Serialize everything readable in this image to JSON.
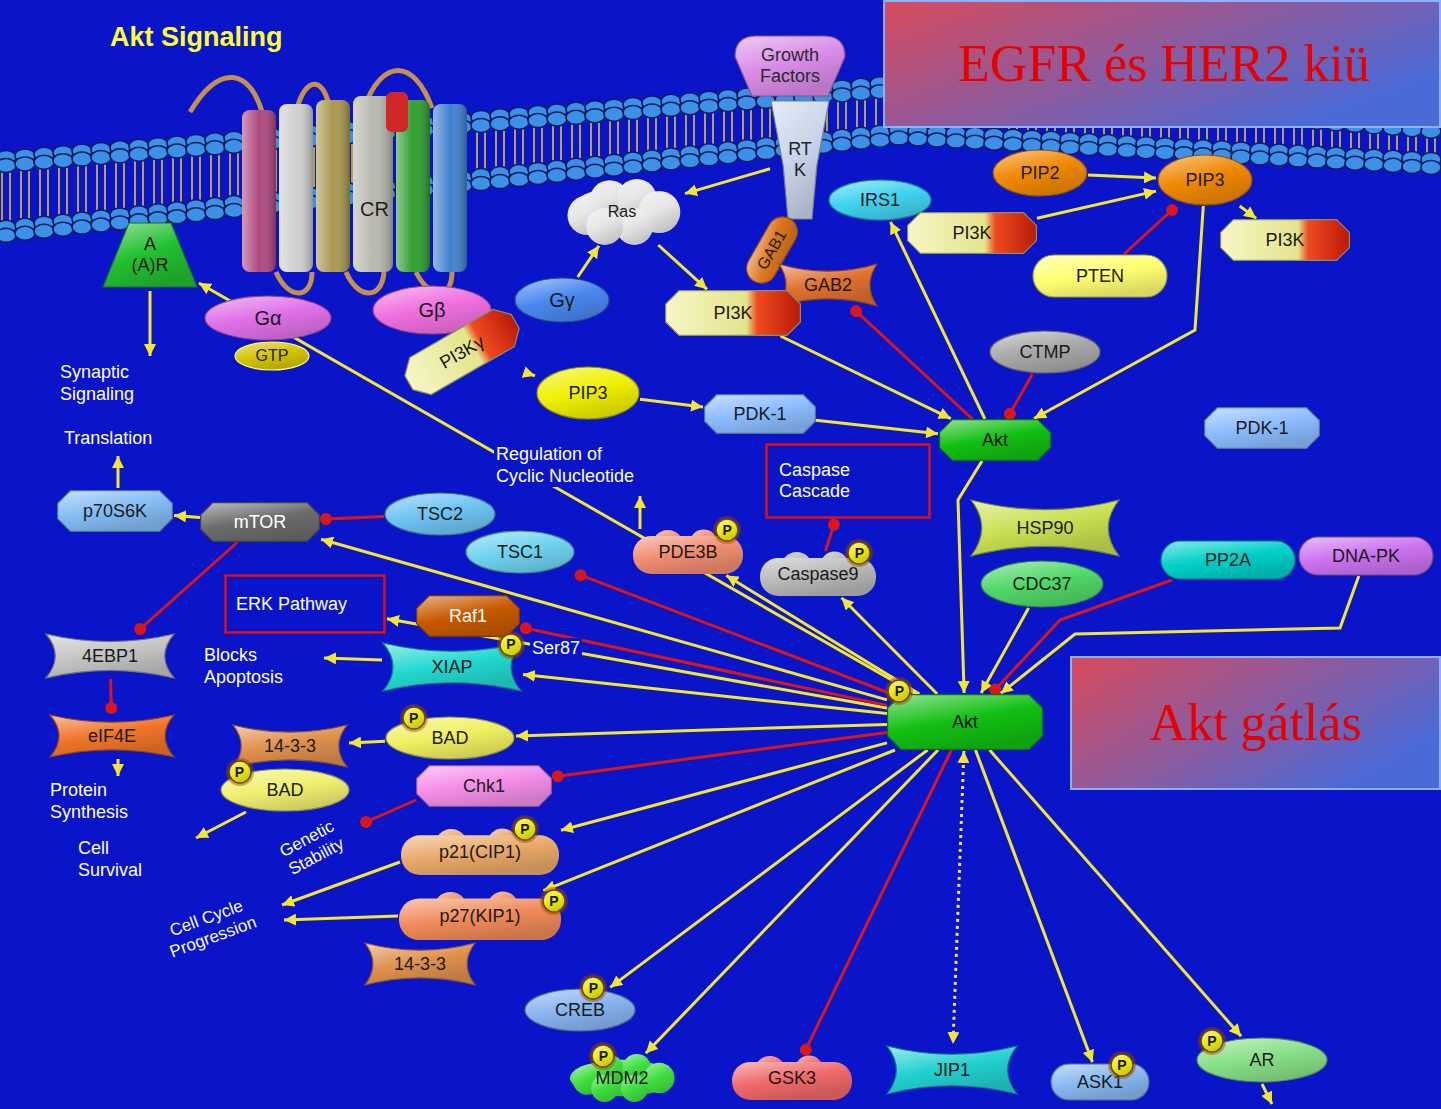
{
  "diagram": {
    "title": "Akt Signaling",
    "nodes": [
      {
        "text": [
          "Growth Factors"
        ]
      },
      {
        "text": [
          "EGFR és HER2 kiü"
        ]
      },
      {
        "text": [
          "RT K"
        ]
      },
      {
        "text": [
          "IRS1"
        ]
      },
      {
        "text": [
          "PIP2"
        ]
      },
      {
        "text": [
          "PIP3"
        ]
      },
      {
        "text": [
          "PI3K"
        ]
      },
      {
        "text": [
          "PI3K"
        ]
      },
      {
        "text": [
          "GAB1"
        ]
      },
      {
        "text": [
          "PTEN"
        ]
      },
      {
        "text": [
          "Ras"
        ]
      },
      {
        "text": [
          "A (A)R"
        ]
      },
      {
        "text": [
          "Gα"
        ]
      },
      {
        "text": [
          "GTP"
        ]
      },
      {
        "text": [
          "Gβ"
        ]
      },
      {
        "text": [
          "Gγ"
        ]
      },
      {
        "text": [
          "GAB2"
        ]
      },
      {
        "text": [
          "PI3K"
        ]
      },
      {
        "text": [
          "PI3Kγ"
        ]
      },
      {
        "text": [
          "CTMP"
        ]
      },
      {
        "text": [
          "PIP3"
        ]
      },
      {
        "text": [
          "PDK-1"
        ]
      },
      {
        "text": [
          "Akt"
        ]
      },
      {
        "text": [
          "PDK-1"
        ]
      },
      {
        "text": [
          "Caspase Cascade"
        ]
      },
      {
        "text": [
          "p70S6K"
        ]
      },
      {
        "text": [
          "mTOR"
        ]
      },
      {
        "text": [
          "TSC2"
        ]
      },
      {
        "text": [
          "HSP90"
        ]
      },
      {
        "text": [
          "TSC1"
        ]
      },
      {
        "text": [
          "PDE3B"
        ]
      },
      {
        "text": [
          "P"
        ],
        "in": 30
      },
      {
        "text": [
          "Caspase9"
        ]
      },
      {
        "text": [
          "P"
        ],
        "in": 32
      },
      {
        "text": [
          "PP2A"
        ]
      },
      {
        "text": [
          "DNA-PK"
        ]
      },
      {
        "text": [
          "CDC37"
        ]
      },
      {
        "text": [
          "ERK Pathway"
        ]
      },
      {
        "text": [
          "Raf1"
        ]
      },
      {
        "text": [
          "4EBP1"
        ]
      },
      {
        "text": [
          "XIAP"
        ]
      },
      {
        "text": [
          "P"
        ],
        "in": 40
      },
      {
        "text": [
          "Akt"
        ]
      },
      {
        "text": [
          "P"
        ],
        "in": 42
      },
      {
        "text": [
          "Akt gátlás"
        ]
      },
      {
        "text": [
          "eIF4E"
        ]
      },
      {
        "text": [
          "BAD"
        ]
      },
      {
        "text": [
          "P"
        ],
        "in": 46
      },
      {
        "text": [
          "14-3-3"
        ]
      },
      {
        "text": [
          "BAD"
        ]
      },
      {
        "text": [
          "P"
        ],
        "in": 49
      },
      {
        "text": [
          "Chk1"
        ]
      },
      {
        "text": [
          "p21(CIP1)"
        ]
      },
      {
        "text": [
          "P"
        ],
        "in": 52
      },
      {
        "text": [
          "p27(KIP1)"
        ]
      },
      {
        "text": [
          "P"
        ],
        "in": 54
      },
      {
        "text": [
          "14-3-3"
        ]
      },
      {
        "text": [
          "CREB"
        ]
      },
      {
        "text": [
          "P"
        ],
        "in": 57
      },
      {
        "text": [
          "MDM2"
        ]
      },
      {
        "text": [
          "P"
        ],
        "in": 59
      },
      {
        "text": [
          "GSK3"
        ]
      },
      {
        "text": [
          "JIP1"
        ]
      },
      {
        "text": [
          "ASK1"
        ]
      },
      {
        "text": [
          "P"
        ],
        "in": 63
      },
      {
        "text": [
          "AR"
        ]
      },
      {
        "text": [
          "P"
        ],
        "in": 65
      }
    ],
    "edges": [
      {
        "from": 2,
        "to": 10,
        "arrow": "to"
      },
      {
        "from": 15,
        "to": 10,
        "arrow": "to"
      },
      {
        "from": 10,
        "to": 17,
        "arrow": "to"
      },
      {
        "from": 4,
        "to": 5,
        "arrow": "to"
      },
      {
        "from": 6,
        "to": 5,
        "arrow": "to"
      },
      {
        "from": 9,
        "to": 5,
        "arrow": "to"
      },
      {
        "from": 5,
        "to": 7,
        "arrow": "to"
      },
      {
        "from": 5,
        "to": 22,
        "arrow": "to"
      },
      {
        "from": 17,
        "to": 22,
        "arrow": "to"
      },
      {
        "from": 18,
        "to": 20,
        "arrow": "to"
      },
      {
        "from": 20,
        "to": 21,
        "arrow": "to"
      },
      {
        "from": 21,
        "to": 22,
        "arrow": "to"
      },
      {
        "from": 19,
        "to": 22,
        "arrow": "to"
      },
      {
        "from": 22,
        "to": 3,
        "arrow": "to"
      },
      {
        "from": 22,
        "to": 16,
        "arrow": "to"
      },
      {
        "from": 22,
        "to": 42,
        "arrow": "to"
      },
      {
        "from": 42,
        "to": 11,
        "arrow": "to"
      },
      {
        "from": 26,
        "to": 25,
        "arrow": "to"
      },
      {
        "from": 26,
        "to": 39,
        "arrow": "to"
      },
      {
        "from": 39,
        "to": 45,
        "arrow": "to"
      },
      {
        "from": 27,
        "to": 26,
        "arrow": "to"
      },
      {
        "from": 42,
        "to": 26,
        "arrow": "to"
      },
      {
        "from": 42,
        "to": 29,
        "arrow": "to"
      },
      {
        "from": 42,
        "to": 30,
        "arrow": "to"
      },
      {
        "from": 42,
        "to": 32,
        "arrow": "to"
      },
      {
        "from": 32,
        "to": 24,
        "arrow": "to"
      },
      {
        "from": 42,
        "to": 37,
        "arrow": "to"
      },
      {
        "from": 42,
        "to": 38,
        "arrow": "to"
      },
      {
        "from": 42,
        "to": 40,
        "arrow": "to"
      },
      {
        "from": 42,
        "to": 46,
        "arrow": "to"
      },
      {
        "from": 46,
        "to": 48,
        "arrow": "to"
      },
      {
        "from": 42,
        "to": 51,
        "arrow": "to"
      },
      {
        "from": 42,
        "to": 52,
        "arrow": "to"
      },
      {
        "from": 42,
        "to": 54,
        "arrow": "to"
      },
      {
        "from": 42,
        "to": 57,
        "arrow": "to"
      },
      {
        "from": 42,
        "to": 59,
        "arrow": "to"
      },
      {
        "from": 42,
        "to": 61,
        "arrow": "to"
      },
      {
        "from": 42,
        "to": 62,
        "arrow": "both"
      },
      {
        "from": 42,
        "to": 63,
        "arrow": "to"
      },
      {
        "from": 42,
        "to": 65,
        "arrow": "to"
      },
      {
        "from": 36,
        "to": 42,
        "arrow": "to"
      },
      {
        "from": 34,
        "to": 42,
        "arrow": "to"
      },
      {
        "from": 35,
        "to": 42,
        "arrow": "to"
      }
    ],
    "labels": [
      "CR",
      "Synaptic Signaling",
      "Translation",
      "Regulation of Cyclic Nucleotide",
      "Blocks Apoptosis",
      "Ser87",
      "Protein Synthesis",
      "Cell Survival",
      "Genetic Stability",
      "Cell Cycle Progression"
    ]
  }
}
